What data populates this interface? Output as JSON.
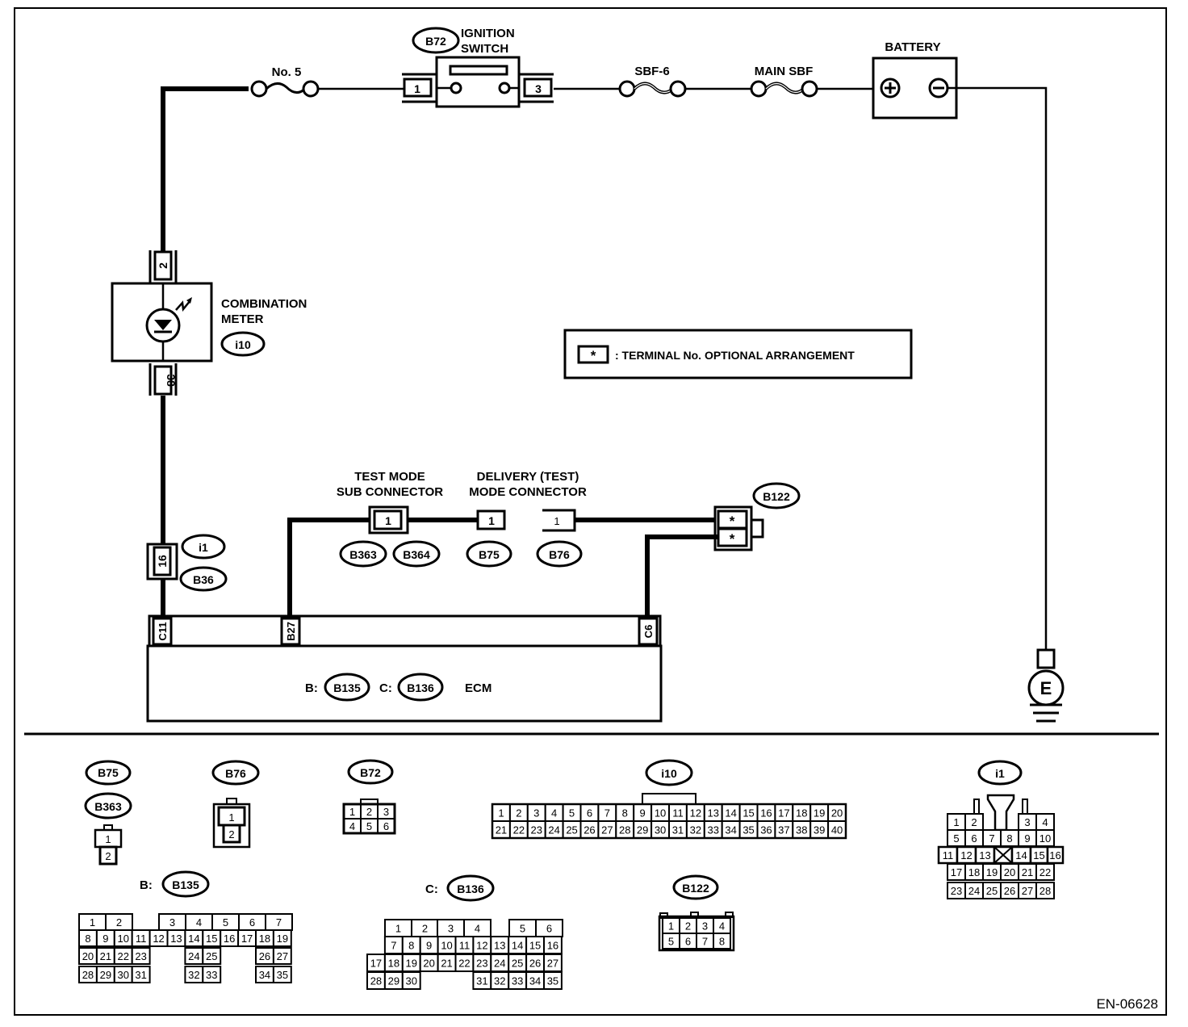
{
  "document_code": "EN-06628",
  "colors": {
    "ink": "#000000",
    "paper": "#ffffff"
  },
  "wiring": {
    "fuse_no5": "No. 5",
    "ignition_switch": {
      "connector_id": "B72",
      "label_line1": "IGNITION",
      "label_line2": "SWITCH",
      "terminal_in": "1",
      "terminal_out": "3"
    },
    "fuse_sbf6": "SBF-6",
    "fuse_main_sbf": "MAIN SBF",
    "battery": {
      "label": "BATTERY",
      "positive": "+",
      "negative": "−"
    },
    "combination_meter": {
      "label_line1": "COMBINATION",
      "label_line2": "METER",
      "connector_id": "i10",
      "terminal_top": "2",
      "terminal_bottom": "38"
    },
    "legend": {
      "symbol": "*",
      "text": ": TERMINAL No. OPTIONAL ARRANGEMENT"
    },
    "test_mode_sub_connector": {
      "label_line1": "TEST MODE",
      "label_line2": "SUB CONNECTOR",
      "terminal": "1",
      "connector_ids": [
        "B363",
        "B364"
      ]
    },
    "delivery_mode_connector": {
      "label_line1": "DELIVERY (TEST)",
      "label_line2": "MODE CONNECTOR",
      "terminal_b75": "1",
      "terminal_b76": "1",
      "connector_ids": [
        "B75",
        "B76"
      ]
    },
    "b122": {
      "connector_id": "B122",
      "terminal_a": "*",
      "terminal_b": "*"
    },
    "i1_b36": {
      "terminal": "16",
      "connector_ids": [
        "i1",
        "B36"
      ]
    },
    "ecm": {
      "label": "ECM",
      "b_prefix": "B:",
      "b_connector": "B135",
      "c_prefix": "C:",
      "c_connector": "B136",
      "terminals": [
        "C11",
        "B27",
        "C6"
      ]
    },
    "ground": {
      "label": "E"
    }
  },
  "connector_views": {
    "b75_b363": {
      "ids": [
        "B75",
        "B363"
      ],
      "pins": [
        "1",
        "2"
      ]
    },
    "b76": {
      "id": "B76",
      "pins": [
        "1",
        "2"
      ]
    },
    "b72": {
      "id": "B72",
      "pins": [
        "1",
        "2",
        "3",
        "4",
        "5",
        "6"
      ]
    },
    "i10": {
      "id": "i10",
      "row1": [
        "1",
        "2",
        "3",
        "4",
        "5",
        "6",
        "7",
        "8",
        "9",
        "10",
        "11",
        "12",
        "13",
        "14",
        "15",
        "16",
        "17",
        "18",
        "19",
        "20"
      ],
      "row2": [
        "21",
        "22",
        "23",
        "24",
        "25",
        "26",
        "27",
        "28",
        "29",
        "30",
        "31",
        "32",
        "33",
        "34",
        "35",
        "36",
        "37",
        "38",
        "39",
        "40"
      ]
    },
    "i1": {
      "id": "i1",
      "row1": [
        "1",
        "2",
        "3",
        "4"
      ],
      "row2": [
        "5",
        "6",
        "7",
        "8",
        "9",
        "10"
      ],
      "row3": [
        "11",
        "12",
        "13",
        "14",
        "15",
        "16"
      ],
      "row4": [
        "17",
        "18",
        "19",
        "20",
        "21",
        "22"
      ],
      "row5": [
        "23",
        "24",
        "25",
        "26",
        "27",
        "28"
      ]
    },
    "b135": {
      "prefix": "B:",
      "id": "B135",
      "row1": [
        "1",
        "2",
        "3",
        "4",
        "5",
        "6",
        "7"
      ],
      "row2": [
        "8",
        "9",
        "10",
        "11",
        "12",
        "13",
        "14",
        "15",
        "16",
        "17",
        "18",
        "19"
      ],
      "row3": [
        "20",
        "21",
        "22",
        "23",
        "24",
        "25",
        "26",
        "27"
      ],
      "row4": [
        "28",
        "29",
        "30",
        "31",
        "32",
        "33",
        "34",
        "35"
      ]
    },
    "b136": {
      "prefix": "C:",
      "id": "B136",
      "row1": [
        "1",
        "2",
        "3",
        "4",
        "5",
        "6"
      ],
      "row2": [
        "7",
        "8",
        "9",
        "10",
        "11",
        "12",
        "13",
        "14",
        "15",
        "16"
      ],
      "row3": [
        "17",
        "18",
        "19",
        "20",
        "21",
        "22",
        "23",
        "24",
        "25",
        "26",
        "27"
      ],
      "row4": [
        "28",
        "29",
        "30",
        "31",
        "32",
        "33",
        "34",
        "35"
      ]
    },
    "b122": {
      "id": "B122",
      "row1": [
        "1",
        "2",
        "3",
        "4"
      ],
      "row2": [
        "5",
        "6",
        "7",
        "8"
      ]
    }
  }
}
